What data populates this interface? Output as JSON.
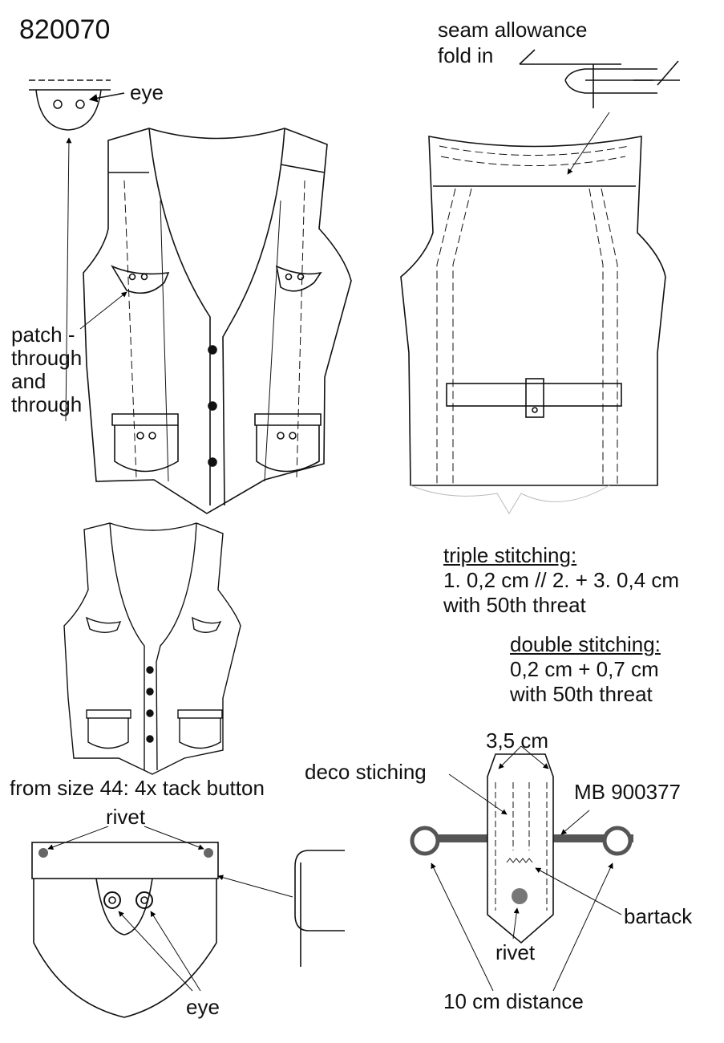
{
  "style_number": "820070",
  "labels": {
    "seam_allowance": "seam allowance",
    "fold_in": "fold in",
    "eye_top": "eye",
    "patch_l1": "patch -",
    "patch_l2": "through",
    "patch_l3": "and",
    "patch_l4": "through",
    "triple_title": "triple stitching:",
    "triple_l1": "1. 0,2 cm // 2. + 3. 0,4 cm",
    "triple_l2": "with 50th threat",
    "double_title": "double stitching:",
    "double_l1": "0,2 cm  +  0,7 cm",
    "double_l2": "with 50th threat",
    "size_note": "from size 44: 4x tack button",
    "rivet_top": "rivet",
    "eye_bottom": "eye",
    "width_35": "3,5 cm",
    "deco_stitching": "deco stiching",
    "mb_number": "MB 900377",
    "bartack": "bartack",
    "rivet_bottom": "rivet",
    "distance": "10 cm distance"
  }
}
